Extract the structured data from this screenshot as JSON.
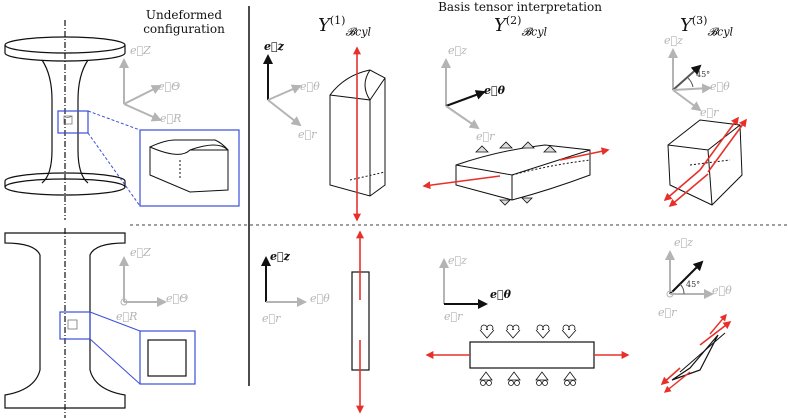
{
  "headers": {
    "undeformed": "Undeformed configuration",
    "basis": "Basis tensor interpretation"
  },
  "tensors": [
    {
      "symbol": "Y",
      "superscript": "(1)",
      "subscript": "𝓑cyl"
    },
    {
      "symbol": "Y",
      "superscript": "(2)",
      "subscript": "𝓑cyl"
    },
    {
      "symbol": "Y",
      "superscript": "(3)",
      "subscript": "𝓑cyl"
    }
  ],
  "vectors": {
    "ez_cap": "e⃗Z",
    "etheta_cap": "e⃗Θ",
    "er_cap": "e⃗R",
    "ez": "e⃗z",
    "etheta": "e⃗θ",
    "er": "e⃗r"
  },
  "angle_label": "45°",
  "colors": {
    "arrow_red": "#e8302a",
    "blue_box": "#3b4fd8",
    "gray_axis": "#b4b4b4",
    "line": "#111111"
  }
}
